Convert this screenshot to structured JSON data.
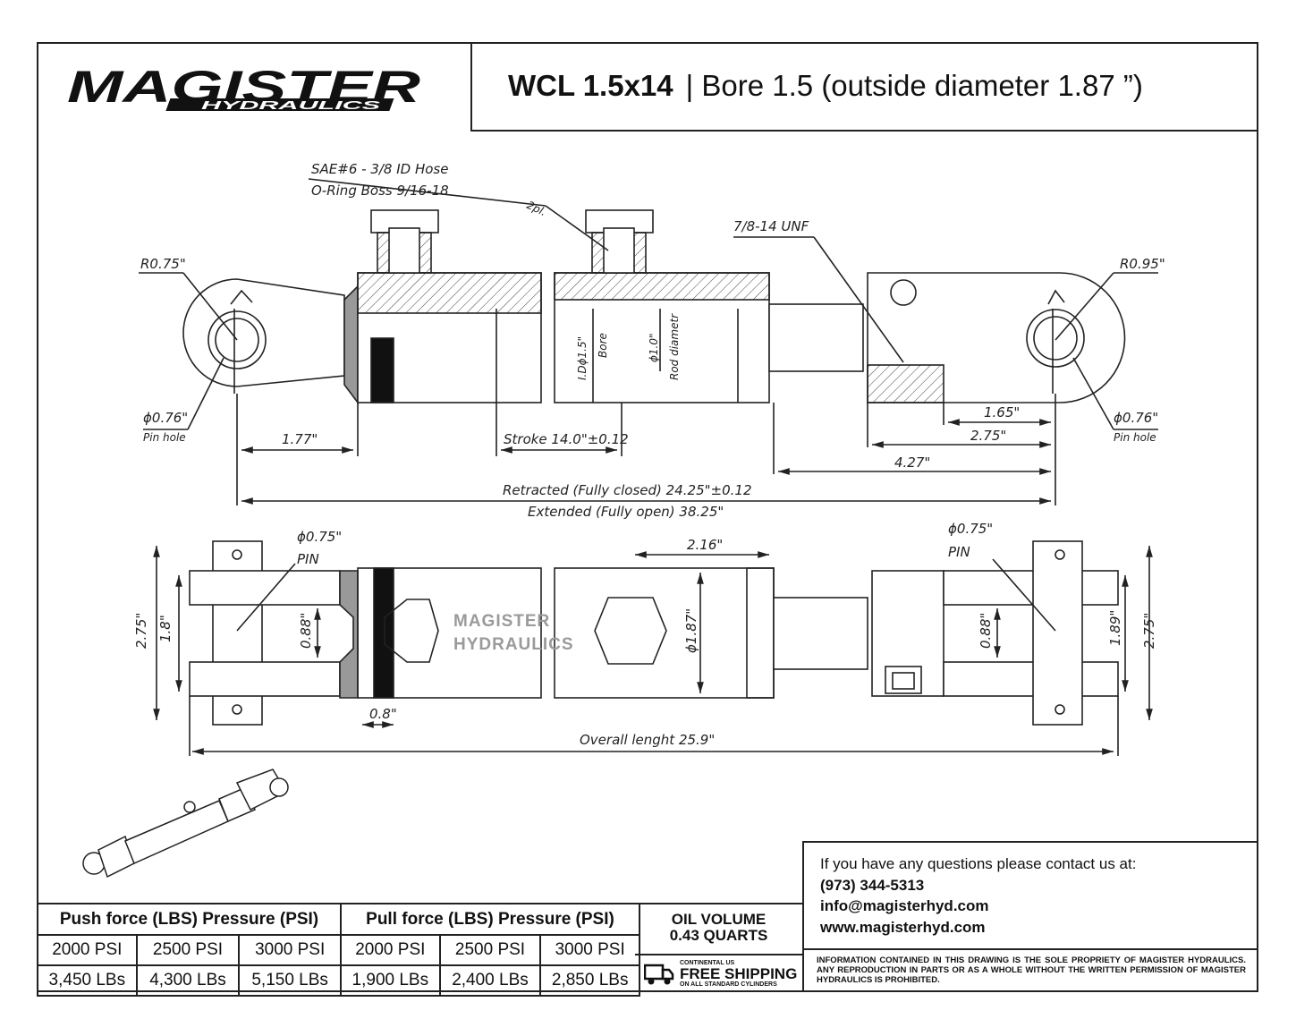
{
  "header": {
    "model": "WCL 1.5x14",
    "bore_text": "| Bore 1.5 (outside diameter 1.87 ”)"
  },
  "logo": {
    "brand": "MAGISTER",
    "sub": "HYDRAULICS"
  },
  "top_view": {
    "port_note_1": "SAE#6 - 3/8 ID Hose",
    "port_note_2": "O-Ring Boss 9/16-18",
    "port_qty": "2pl.",
    "thread": "7/8-14 UNF",
    "left_radius": "R0.75\"",
    "right_radius": "R0.95\"",
    "left_pin": "ϕ0.76\"",
    "right_pin": "ϕ0.76\"",
    "pin_hole_left": "Pin hole",
    "pin_hole_right": "Pin hole",
    "bore_label_1": "I.Dϕ1.5\"",
    "bore_label_2": "Bore",
    "rod_label_1": "ϕ1.0\"",
    "rod_label_2": "Rod diametr",
    "dim_left": "1.77\"",
    "dim_stroke": "Stroke 14.0\"±0.12",
    "dim_165": "1.65\"",
    "dim_275": "2.75\"",
    "dim_427": "4.27\"",
    "retracted": "Retracted (Fully closed) 24.25\"±0.12",
    "extended": "Extended (Fully open) 38.25\""
  },
  "side_view": {
    "left_pin_d": "ϕ0.75\"",
    "left_pin": "PIN",
    "right_pin_d": "ϕ0.75\"",
    "right_pin": "PIN",
    "dim_216": "2.16\"",
    "dim_187": "ϕ1.87\"",
    "left_275": "2.75\"",
    "left_18": "1.8\"",
    "left_088": "0.88\"",
    "right_088": "0.88\"",
    "right_189": "1.89\"",
    "right_275": "2.75\"",
    "dim_08": "0.8\"",
    "overall": "Overall lenght 25.9\"",
    "watermark_1": "MAGISTER",
    "watermark_2": "HYDRAULICS"
  },
  "forces": {
    "push_header": "Push force (LBS) Pressure (PSI)",
    "pull_header": "Pull force (LBS) Pressure (PSI)",
    "pressures": [
      "2000 PSI",
      "2500 PSI",
      "3000 PSI",
      "2000 PSI",
      "2500 PSI",
      "3000 PSI"
    ],
    "values": [
      "3,450 LBs",
      "4,300 LBs",
      "5,150 LBs",
      "1,900 LBs",
      "2,400 LBs",
      "2,850 LBs"
    ]
  },
  "oil": {
    "line1": "OIL VOLUME",
    "line2": "0.43 QUARTS"
  },
  "shipping": {
    "small_top": "CONTINENTAL US",
    "main": "FREE SHIPPING",
    "small_bottom": "ON ALL STANDARD CYLINDERS"
  },
  "contact": {
    "intro": "If you have any questions please contact us at:",
    "phone": "(973) 344-5313",
    "email": "info@magisterhyd.com",
    "web": "www.magisterhyd.com"
  },
  "legal": "INFORMATION CONTAINED IN THIS DRAWING IS THE SOLE PROPRIETY OF MAGISTER HYDRAULICS. ANY REPRODUCTION IN PARTS OR AS A WHOLE WITHOUT THE WRITTEN PERMISSION OF MAGISTER HYDRAULICS IS PROHIBITED."
}
